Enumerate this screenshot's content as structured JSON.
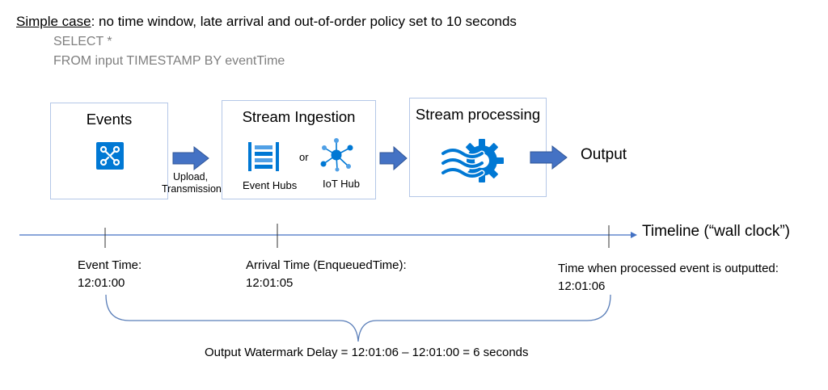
{
  "headline": {
    "lead": "Simple case",
    "rest": ": no time window, late arrival and out-of-order policy set to 10 seconds"
  },
  "query": {
    "line1": "SELECT *",
    "line2": "FROM input TIMESTAMP BY eventTime"
  },
  "pipeline": {
    "events": {
      "title": "Events"
    },
    "transfer_label_1": "Upload,",
    "transfer_label_2": "Transmission",
    "ingestion": {
      "title": "Stream Ingestion",
      "event_hubs": "Event Hubs",
      "or": "or",
      "iot_hub": "IoT Hub"
    },
    "processing": {
      "title": "Stream processing"
    },
    "output": "Output"
  },
  "timeline": {
    "label": "Timeline (“wall clock”)",
    "event_time_label": "Event Time:",
    "event_time_value": "12:01:00",
    "arrival_time_label": "Arrival Time (EnqueuedTime):",
    "arrival_time_value": "12:01:05",
    "output_time_label": "Time when processed event is outputted:",
    "output_time_value": "12:01:06"
  },
  "watermark": {
    "text": "Output Watermark Delay = 12:01:06 – 12:01:00 = 6 seconds"
  },
  "colors": {
    "box_border": "#b4c7e7",
    "arrow_fill": "#4472c4",
    "arrow_stroke": "#2f5597",
    "timeline": "#4472c4",
    "azure_blue": "#0078d4",
    "sql_gray": "#7f7f7f"
  }
}
